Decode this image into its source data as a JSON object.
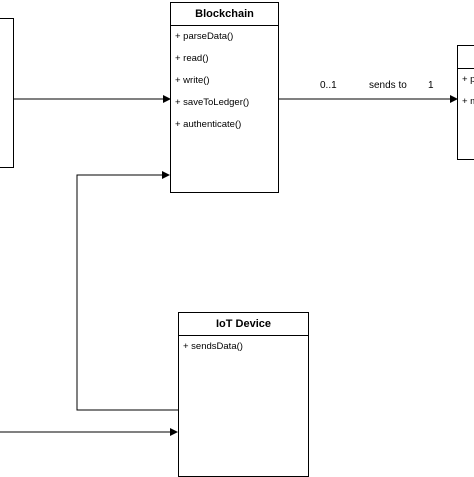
{
  "classes": {
    "blockchain": {
      "title": "Blockchain",
      "methods": [
        "+ parseData()",
        "+ read()",
        "+ write()",
        "+ saveToLedger()",
        "+ authenticate()"
      ]
    },
    "iot_device": {
      "title": "IoT Device",
      "methods": [
        "+ sendsData()"
      ]
    },
    "right_class": {
      "title": "",
      "methods": [
        "+ p",
        "+ m"
      ]
    }
  },
  "associations": {
    "blockchain_to_right": {
      "source_multiplicity": "0..1",
      "label": "sends to",
      "target_multiplicity": "1"
    }
  },
  "colors": {
    "line": "#000000",
    "background": "#ffffff"
  }
}
